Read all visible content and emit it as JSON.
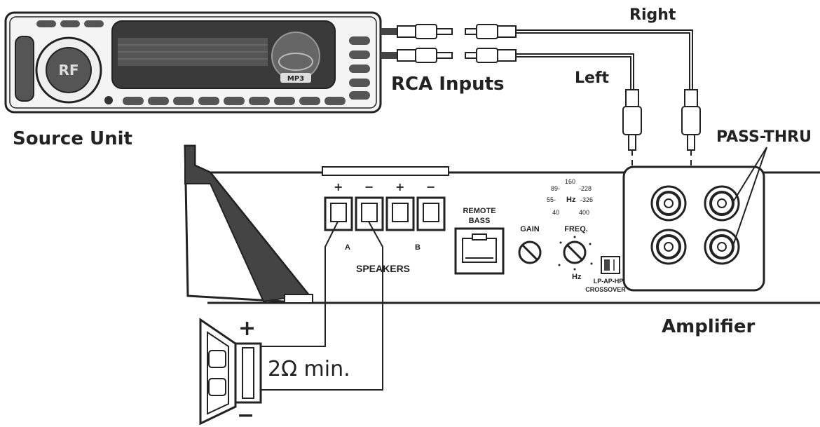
{
  "labels": {
    "source_unit": "Source Unit",
    "rca_inputs": "RCA Inputs",
    "right": "Right",
    "left": "Left",
    "pass_thru": "PASS-THRU",
    "amplifier": "Amplifier",
    "speakers": "SPEAKERS",
    "remote_bass_1": "REMOTE",
    "remote_bass_2": "BASS",
    "gain": "GAIN",
    "freq": "FREQ.",
    "hz": "Hz",
    "crossover_1": "LP-AP-HP",
    "crossover_2": "CROSSOVER",
    "channel_a": "A",
    "channel_b": "B",
    "impedance": "2Ω  min.",
    "plus": "+",
    "minus": "−"
  },
  "terminals": [
    "+",
    "−",
    "+",
    "−"
  ],
  "freq_scale": [
    "160",
    "89-",
    "-228",
    "55-",
    "-326",
    "40",
    "400"
  ]
}
